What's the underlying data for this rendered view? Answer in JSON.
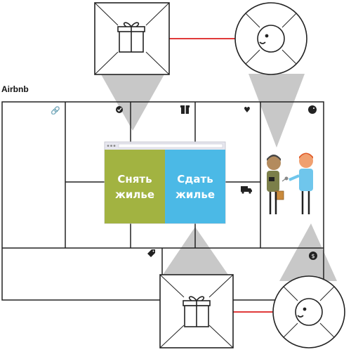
{
  "title": "Airbnb",
  "panels": {
    "left_label": "Снять жилье",
    "right_label": "Сдать жилье"
  },
  "colors": {
    "left_panel": "#a2b341",
    "right_panel": "#4bb9e6",
    "connector": "#e03a3a",
    "callout": "#c8c8c8",
    "browser_bar": "#e6e6ee"
  },
  "icons": [
    "link-icon",
    "check-circle-icon",
    "gift-icon",
    "heart-icon",
    "face-icon",
    "truck-icon",
    "tag-icon",
    "money-bag-icon"
  ]
}
